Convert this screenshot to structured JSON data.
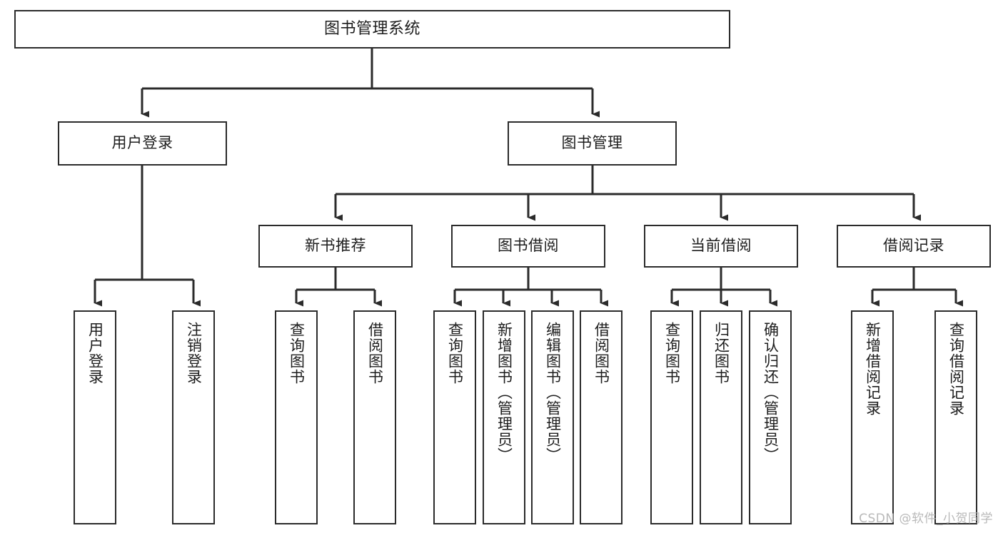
{
  "diagram": {
    "title": "图书管理系统",
    "type": "tree",
    "watermark": "CSDN @软件_小贺同学",
    "colors": {
      "box_border": "#2b2b2b",
      "box_fill": "#ffffff",
      "connector": "#2b2b2b",
      "text": "#1d1d1d",
      "watermark": "#b9b9b9",
      "background": "#ffffff"
    },
    "nodes": {
      "root": {
        "label": "图书管理系统"
      },
      "level2": [
        {
          "label": "用户登录"
        },
        {
          "label": "图书管理"
        }
      ],
      "level3": [
        {
          "label": "新书推荐"
        },
        {
          "label": "图书借阅"
        },
        {
          "label": "当前借阅"
        },
        {
          "label": "借阅记录"
        }
      ],
      "leaves": {
        "user_login": [
          {
            "label": "用户登录"
          },
          {
            "label": "注销登录"
          }
        ],
        "new_book_recommend": [
          {
            "label": "查询图书"
          },
          {
            "label": "借阅图书"
          }
        ],
        "book_borrow": [
          {
            "label": "查询图书"
          },
          {
            "label": "新增图书（管理员）"
          },
          {
            "label": "编辑图书（管理员）"
          },
          {
            "label": "借阅图书"
          }
        ],
        "current_borrow": [
          {
            "label": "查询图书"
          },
          {
            "label": "归还图书"
          },
          {
            "label": "确认归还（管理员）"
          }
        ],
        "borrow_record": [
          {
            "label": "新增借阅记录"
          },
          {
            "label": "查询借阅记录"
          }
        ]
      }
    }
  }
}
